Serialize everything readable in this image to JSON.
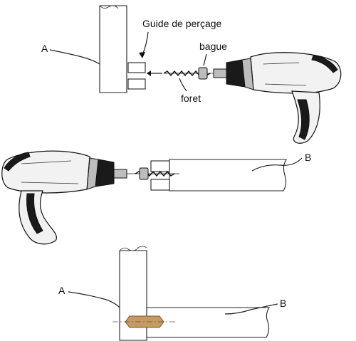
{
  "labels": {
    "A_top": "A",
    "guide": "Guide de perçage",
    "bague": "bague",
    "foret": "foret",
    "B_mid": "B",
    "A_bottom": "A",
    "B_bottom": "B"
  },
  "colors": {
    "dowel": "#c69a62",
    "ink": "#111111"
  }
}
